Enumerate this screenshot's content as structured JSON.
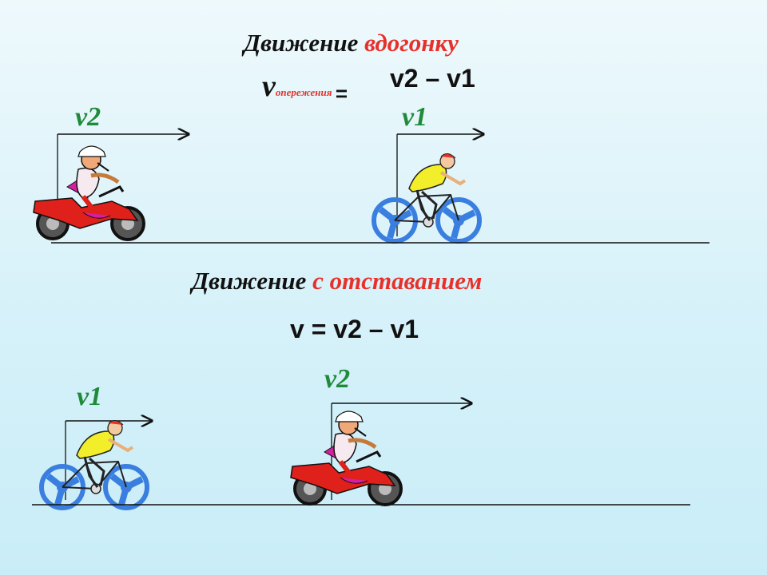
{
  "section1": {
    "title_part1": "Движение",
    "title_part2": "вдогонку",
    "formula_v": "v",
    "formula_sub": "опережения",
    "formula_eq": "=",
    "formula_rhs": "v2 – v1",
    "label_motorbike": "v2",
    "label_bicycle": "v1"
  },
  "section2": {
    "title_part1": "Движение",
    "title_part2": "с отставанием",
    "formula": "v = v2 – v1",
    "label_bicycle": "v1",
    "label_motorbike": "v2"
  },
  "colors": {
    "title_accent": "#e8302a",
    "velocity_label": "#1f8a3a",
    "bicycle_wheel": "#3a7fe0",
    "motorbike_body": "#e0201a",
    "rider_shirt": "#f2ee2a",
    "rider_cape": "#d61fa0"
  },
  "icons": [
    "motorbike-icon",
    "bicycle-icon",
    "velocity-arrow-icon"
  ]
}
